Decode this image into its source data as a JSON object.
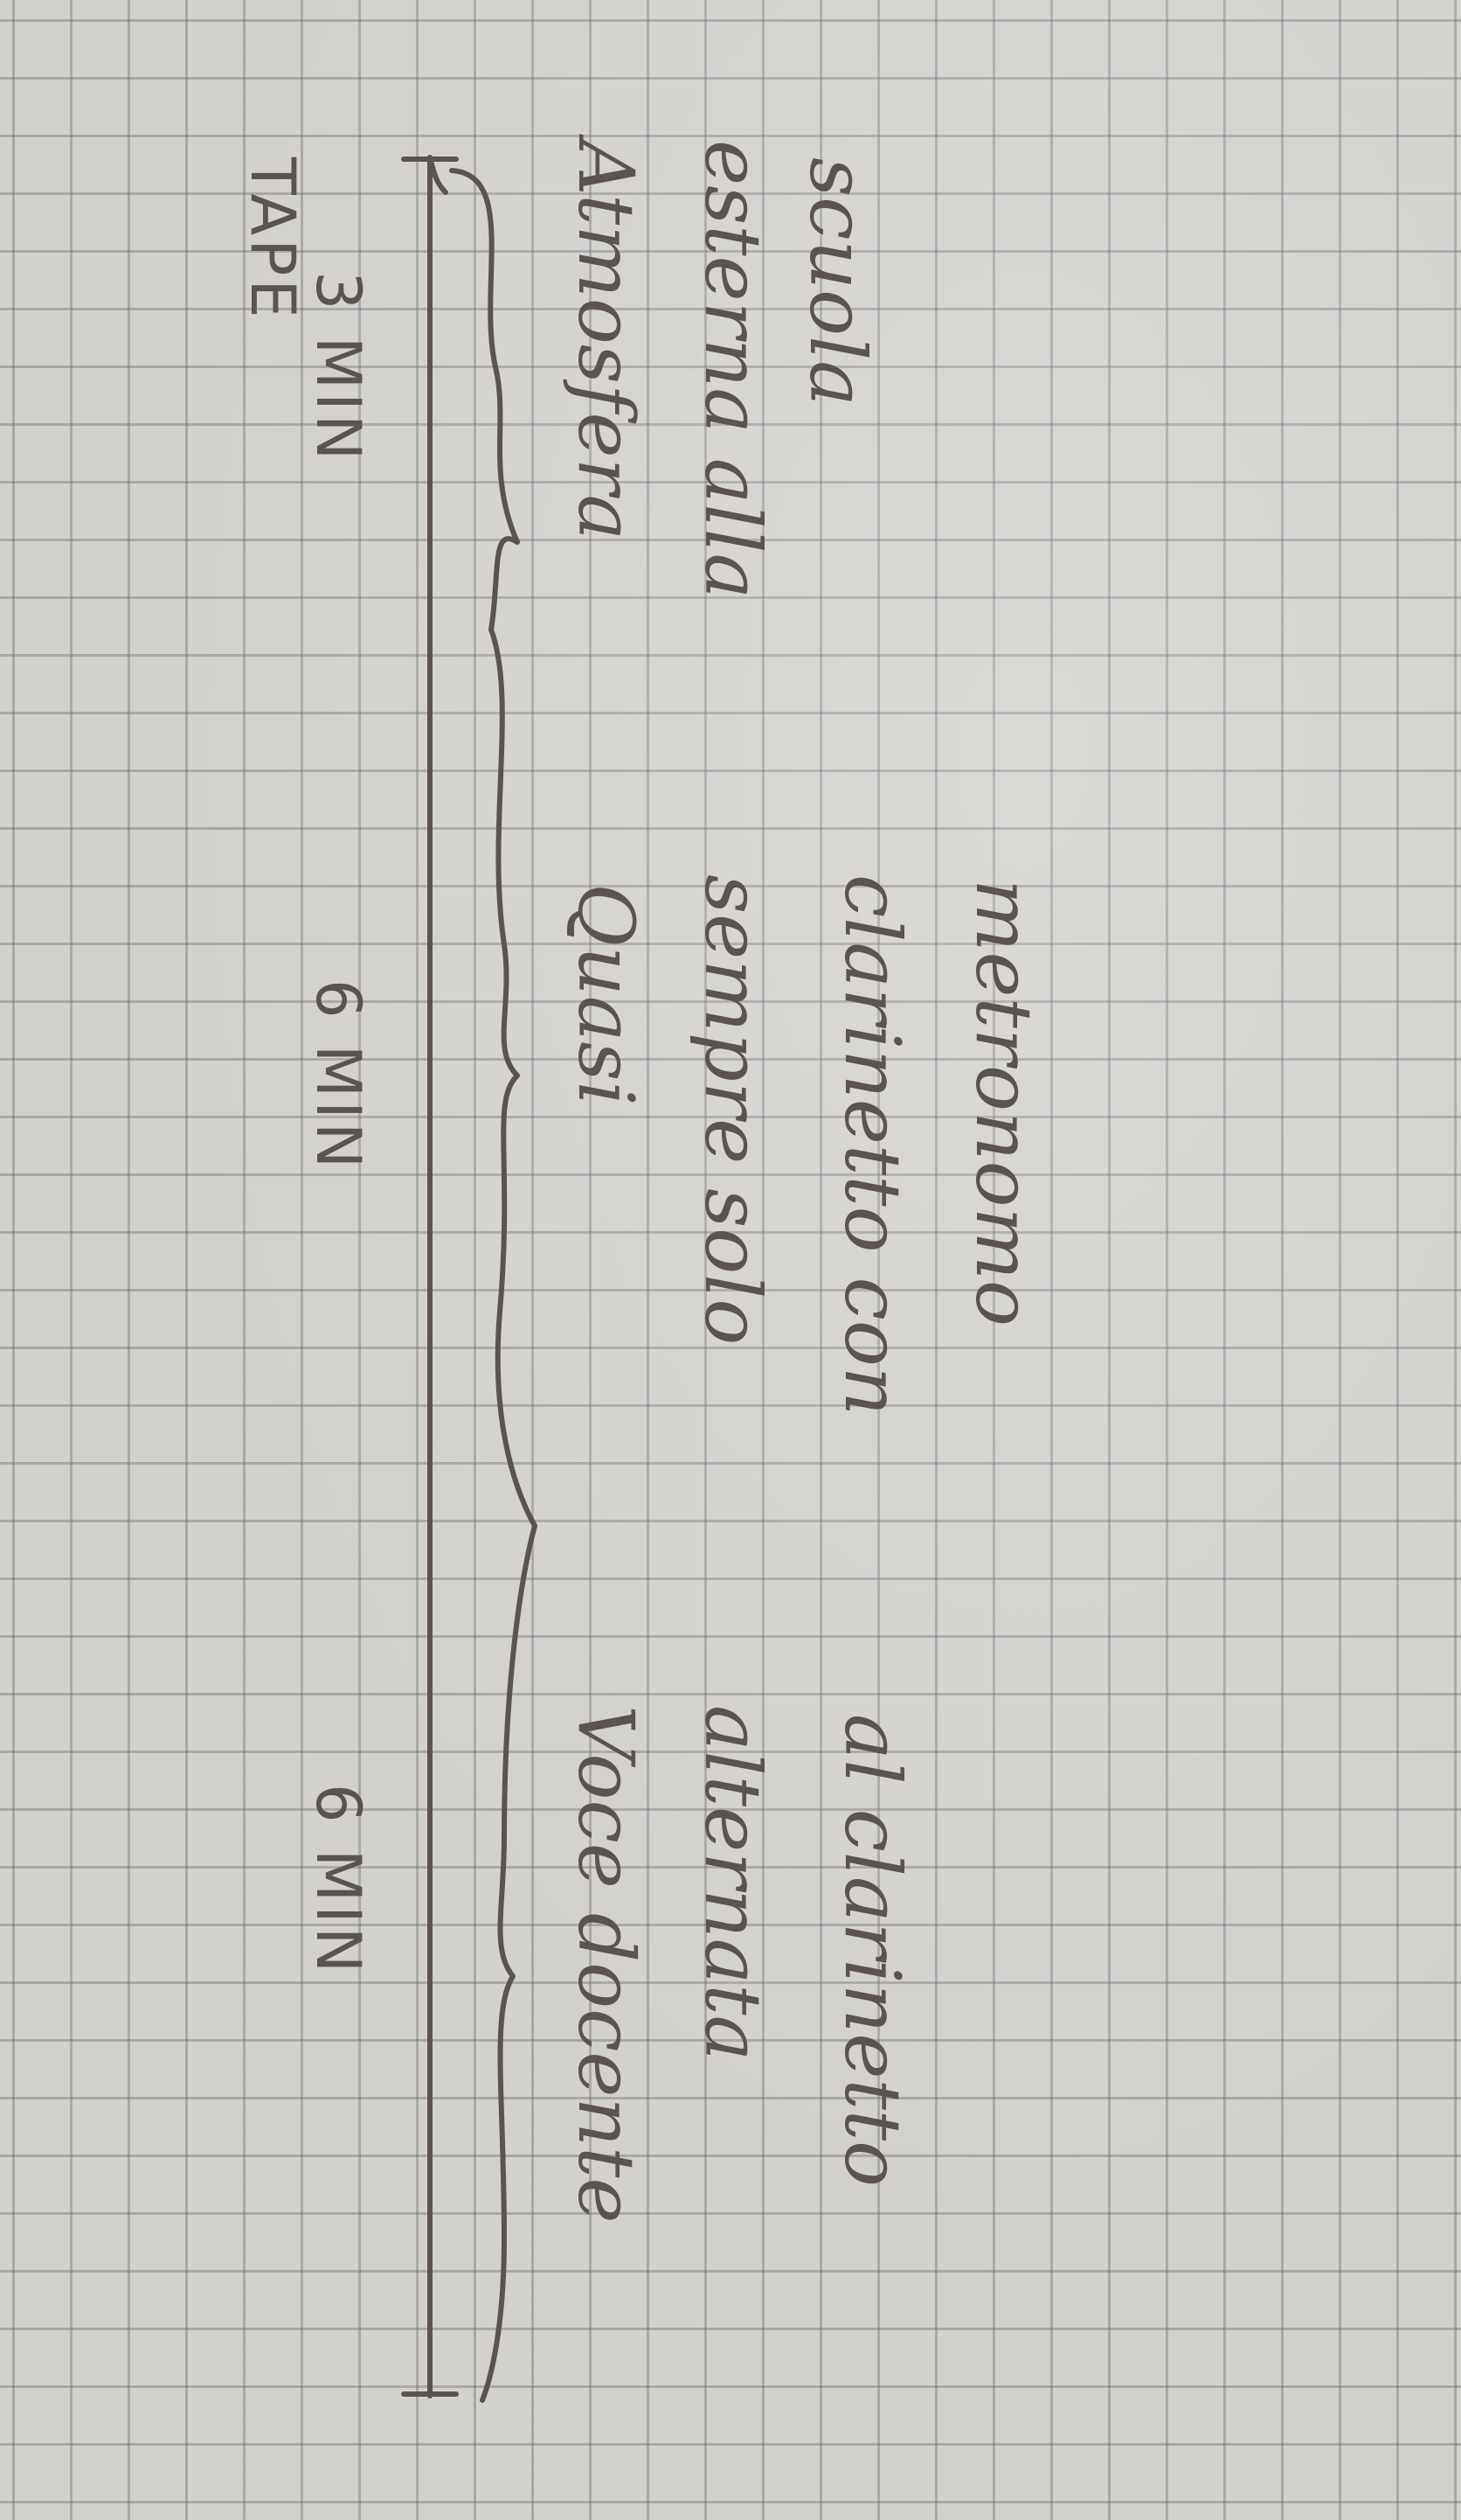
{
  "tape": {
    "label": "TAPE",
    "segments": [
      {
        "duration": "3 MIN"
      },
      {
        "duration": "6 MIN"
      },
      {
        "duration": "6 MIN"
      }
    ]
  },
  "sections": [
    {
      "lines": [
        "Atmosfera",
        "esterna alla",
        "scuola"
      ]
    },
    {
      "lines": [
        "Quasi",
        "sempre solo",
        "clarinetto con",
        "metronomo"
      ]
    },
    {
      "lines": [
        "Voce docente",
        "alternata",
        "al clarinetto"
      ]
    }
  ]
}
